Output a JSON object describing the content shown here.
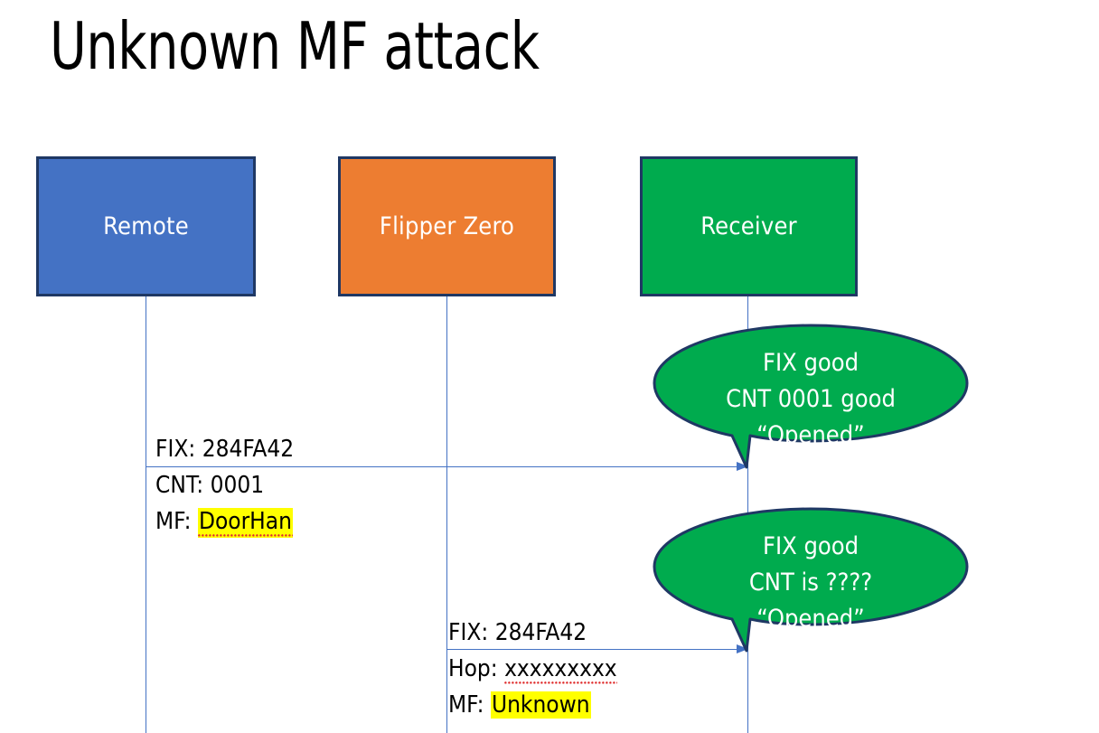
{
  "slide": {
    "title": "Unknown MF attack",
    "background": "#FFFFFF"
  },
  "colors": {
    "remote_fill": "#4472C4",
    "flipper_fill": "#ED7D31",
    "receiver_fill": "#00AB4E",
    "box_border": "#1F3864",
    "lifeline": "#4472C4",
    "arrow": "#4472C4",
    "highlight": "#FFFF00",
    "spellcheck_underline": "#E03131",
    "text": "#000000",
    "box_label_text": "#FFFFFF"
  },
  "actors": [
    {
      "id": "remote",
      "label": "Remote"
    },
    {
      "id": "flipper",
      "label": "Flipper Zero"
    },
    {
      "id": "receiver",
      "label": "Receiver"
    }
  ],
  "messages": [
    {
      "id": "remote-to-receiver",
      "from": "remote",
      "to": "receiver",
      "lines": [
        {
          "label": "FIX: ",
          "value": "284FA42",
          "highlight": false,
          "spellcheck": false
        },
        {
          "label": "CNT: ",
          "value": "0001",
          "highlight": false,
          "spellcheck": false
        },
        {
          "label": "MF: ",
          "value": "DoorHan",
          "highlight": true,
          "spellcheck": true
        }
      ]
    },
    {
      "id": "flipper-to-receiver",
      "from": "flipper",
      "to": "receiver",
      "lines": [
        {
          "label": "FIX: ",
          "value": "284FA42",
          "highlight": false,
          "spellcheck": false
        },
        {
          "label": "Hop: ",
          "value": "xxxxxxxxx",
          "highlight": false,
          "spellcheck": true
        },
        {
          "label": "MF: ",
          "value": "Unknown",
          "highlight": true,
          "spellcheck": false
        }
      ]
    }
  ],
  "bubbles": [
    {
      "id": "bubble-1",
      "owner": "receiver",
      "lines": [
        "FIX good",
        "CNT 0001 good",
        "“Opened”"
      ]
    },
    {
      "id": "bubble-2",
      "owner": "receiver",
      "lines": [
        "FIX good",
        "CNT is ????",
        "“Opened”"
      ]
    }
  ]
}
